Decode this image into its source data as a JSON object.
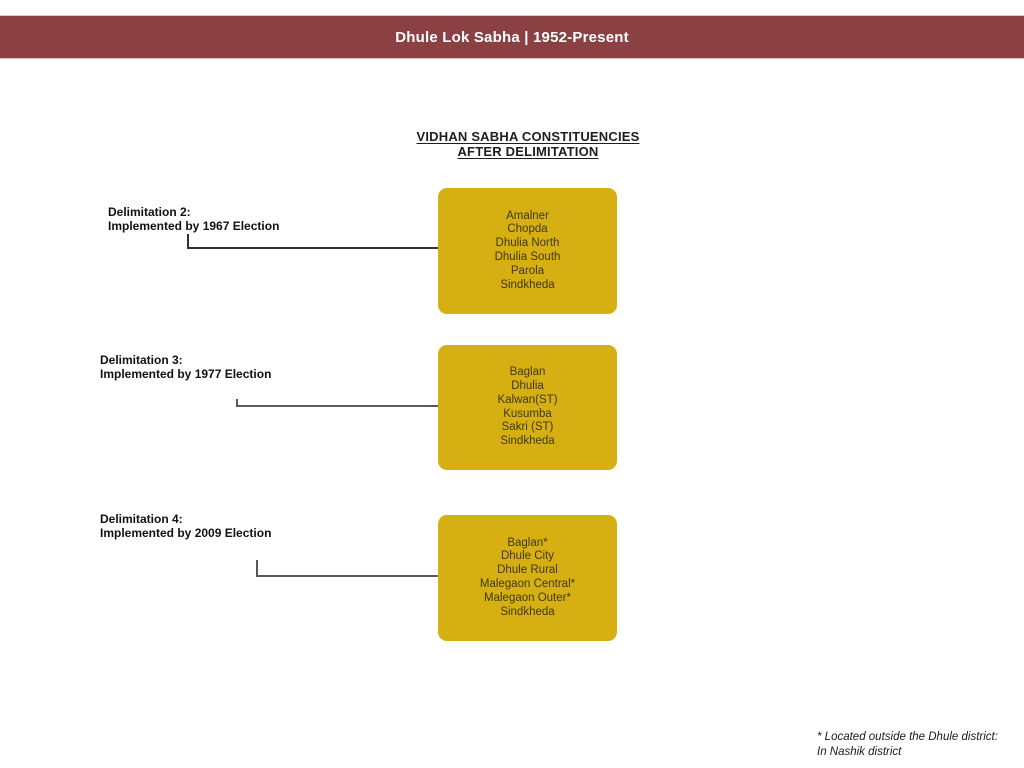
{
  "header": {
    "title": "Dhule Lok Sabha | 1952-Present",
    "bg_color": "#8B4144"
  },
  "diagram": {
    "heading_line1": "VIDHAN SABHA CONSTITUENCIES",
    "heading_line2": "AFTER DELIMITATION",
    "box_color": "#D6B012",
    "groups": [
      {
        "label_line1": "Delimitation 2:",
        "label_line2": "Implemented by 1967 Election",
        "constituencies": [
          "Amalner",
          "Chopda",
          "Dhulia North",
          "Dhulia South",
          "Parola",
          "Sindkheda"
        ]
      },
      {
        "label_line1": "Delimitation 3:",
        "label_line2": "Implemented by 1977 Election",
        "constituencies": [
          "Baglan",
          "Dhulia",
          "Kalwan(ST)",
          "Kusumba",
          "Sakri (ST)",
          "Sindkheda"
        ]
      },
      {
        "label_line1": "Delimitation 4:",
        "label_line2": "Implemented by 2009 Election",
        "constituencies": [
          "Baglan*",
          "Dhule City",
          "Dhule Rural",
          "Malegaon Central*",
          "Malegaon Outer*",
          "Sindkheda"
        ]
      }
    ],
    "footnote_line1": "* Located outside the Dhule district:",
    "footnote_line2": "In Nashik district"
  }
}
